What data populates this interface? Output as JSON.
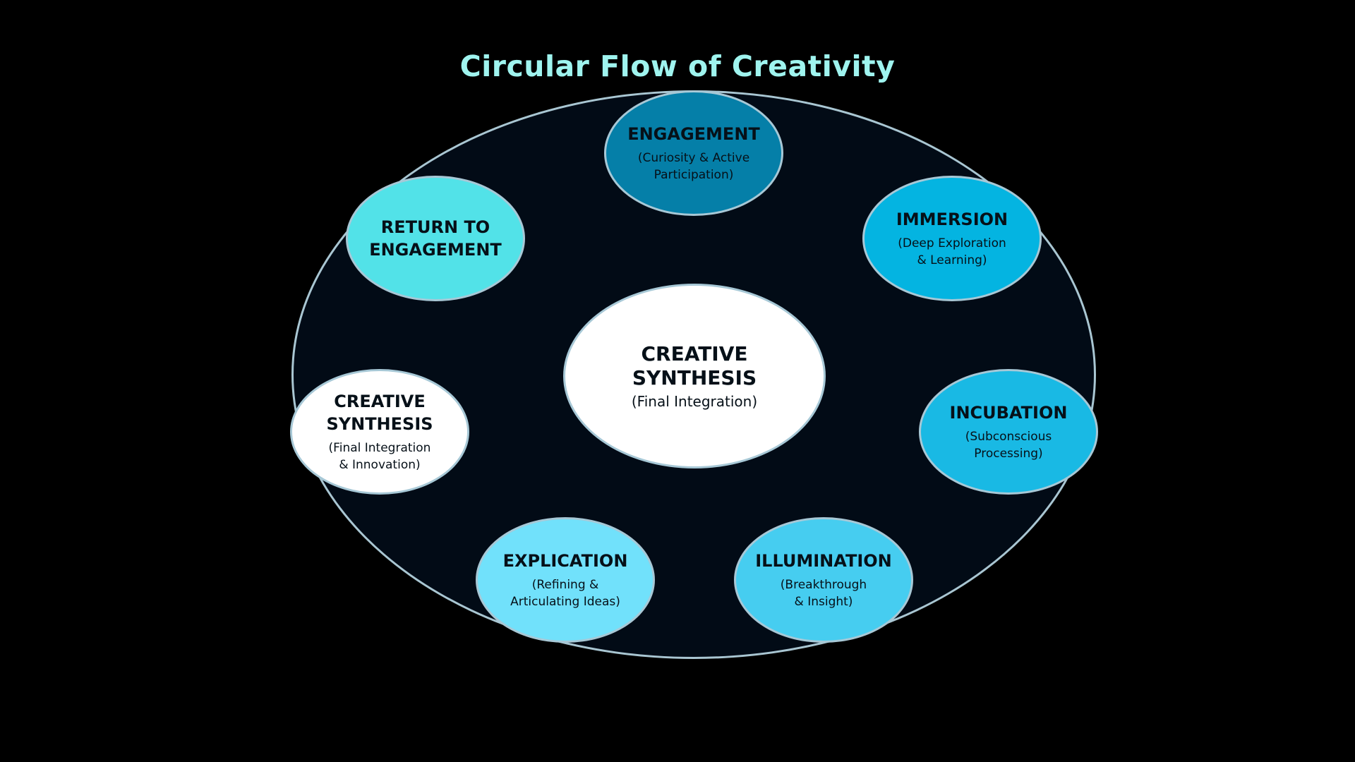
{
  "title": "Circular Flow of Creativity",
  "colors": {
    "background": "#000000",
    "ring_fill": "#020b16",
    "ring_stroke": "#a9c6d2",
    "title": "#9ff4ef"
  },
  "stages": [
    {
      "id": "engagement",
      "label": "ENGAGEMENT",
      "sub": "(Curiosity & Active\nParticipation)",
      "color": "#057fa8"
    },
    {
      "id": "immersion",
      "label": "IMMERSION",
      "sub": "(Deep Exploration\n& Learning)",
      "color": "#04b4e1"
    },
    {
      "id": "incubation",
      "label": "INCUBATION",
      "sub": "(Subconscious\nProcessing)",
      "color": "#19b9e4"
    },
    {
      "id": "illumination",
      "label": "ILLUMINATION",
      "sub": "(Breakthrough\n& Insight)",
      "color": "#46cdf0"
    },
    {
      "id": "explication",
      "label": "EXPLICATION",
      "sub": "(Refining &\nArticulating Ideas)",
      "color": "#71e1fb"
    },
    {
      "id": "synthesis",
      "label": "CREATIVE\nSYNTHESIS",
      "sub": "(Final Integration\n& Innovation)",
      "color": "#ffffff"
    },
    {
      "id": "return",
      "label": "RETURN TO\nENGAGEMENT",
      "sub": "",
      "color": "#52e2e8"
    }
  ],
  "center": {
    "label": "CREATIVE\nSYNTHESIS",
    "sub": "(Final Integration)",
    "color": "#ffffff"
  }
}
